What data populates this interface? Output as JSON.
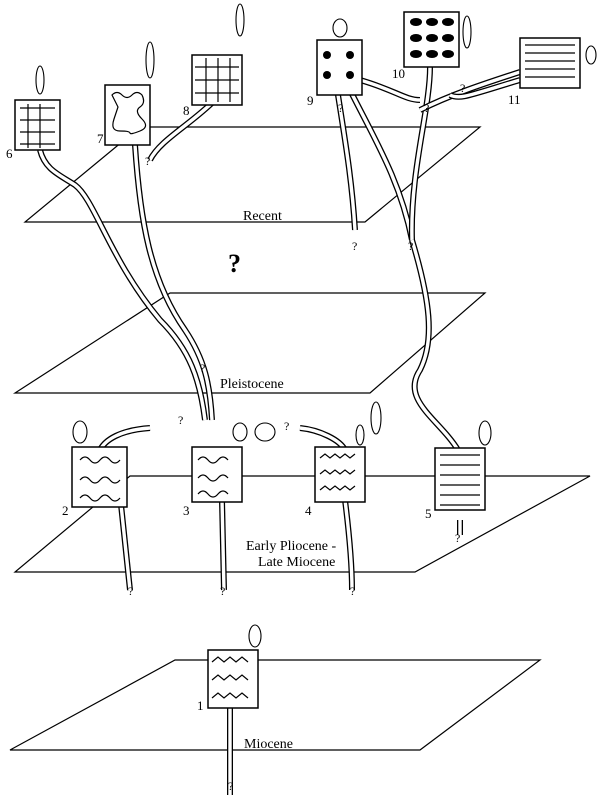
{
  "planes": {
    "recent": "Recent",
    "pleistocene": "Pleistocene",
    "pliocene_line1": "Early Pliocene -",
    "pliocene_line2": "Late Miocene",
    "miocene": "Miocene"
  },
  "big_question": "?",
  "question": "?",
  "specimens": [
    "1",
    "2",
    "3",
    "4",
    "5",
    "6",
    "7",
    "8",
    "9",
    "10",
    "11"
  ]
}
